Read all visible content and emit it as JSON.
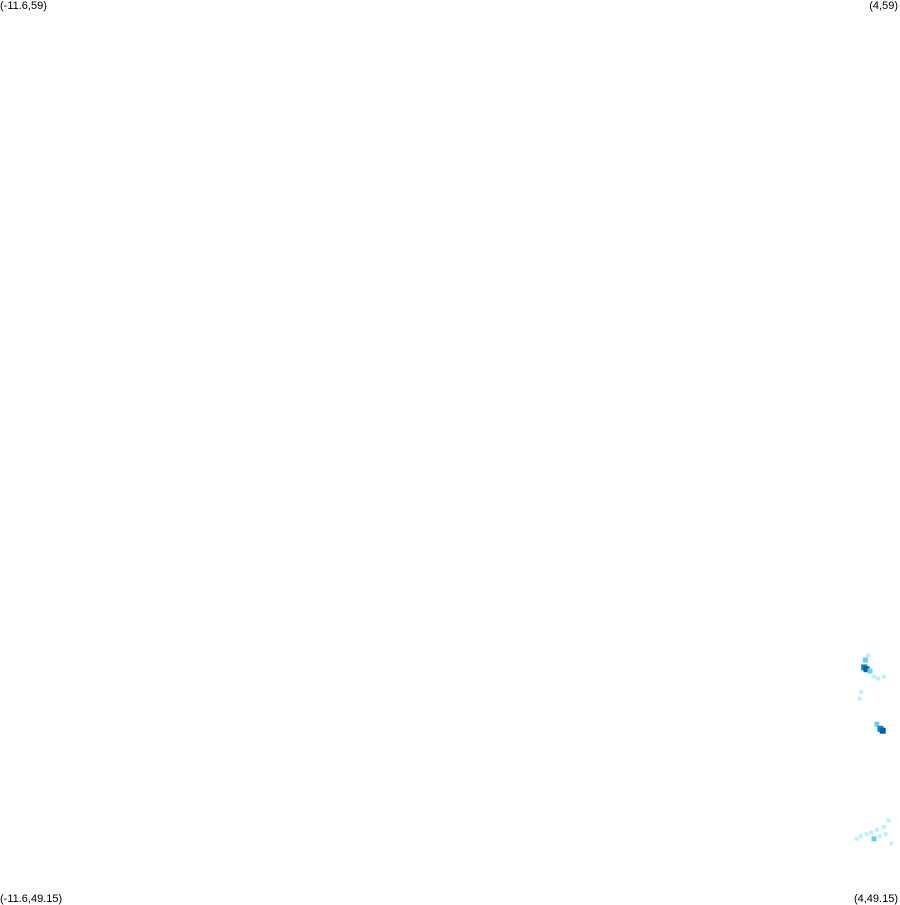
{
  "bounds": {
    "top_left": "(-11.6,59)",
    "top_right": "(4,59)",
    "bottom_left": "(-11.6,49.15)",
    "bottom_right": "(4,49.15)"
  },
  "extent": {
    "lon_min": -11.6,
    "lon_max": 4,
    "lat_min": 49.15,
    "lat_max": 59
  },
  "colors": {
    "light": "#bfefff",
    "medium": "#5fd3f5",
    "dark": "#0a84d6",
    "darkest": "#0060b0"
  },
  "map_data": {
    "type": "point-density",
    "points": [
      {
        "lon": 3.45,
        "lat": 51.85,
        "level": "light"
      },
      {
        "lon": 3.4,
        "lat": 51.8,
        "level": "medium"
      },
      {
        "lon": 3.38,
        "lat": 51.72,
        "level": "dark"
      },
      {
        "lon": 3.42,
        "lat": 51.7,
        "level": "darkest"
      },
      {
        "lon": 3.48,
        "lat": 51.68,
        "level": "medium"
      },
      {
        "lon": 3.55,
        "lat": 51.62,
        "level": "light"
      },
      {
        "lon": 3.62,
        "lat": 51.6,
        "level": "light"
      },
      {
        "lon": 3.72,
        "lat": 51.62,
        "level": "light"
      },
      {
        "lon": 3.33,
        "lat": 51.45,
        "level": "light"
      },
      {
        "lon": 3.3,
        "lat": 51.38,
        "level": "light"
      },
      {
        "lon": 3.6,
        "lat": 51.1,
        "level": "medium"
      },
      {
        "lon": 3.66,
        "lat": 51.05,
        "level": "dark"
      },
      {
        "lon": 3.7,
        "lat": 51.03,
        "level": "darkest"
      },
      {
        "lon": 3.8,
        "lat": 50.05,
        "level": "light"
      },
      {
        "lon": 3.72,
        "lat": 49.98,
        "level": "light"
      },
      {
        "lon": 3.6,
        "lat": 49.95,
        "level": "light"
      },
      {
        "lon": 3.5,
        "lat": 49.92,
        "level": "light"
      },
      {
        "lon": 3.42,
        "lat": 49.9,
        "level": "light"
      },
      {
        "lon": 3.32,
        "lat": 49.88,
        "level": "light"
      },
      {
        "lon": 3.65,
        "lat": 49.88,
        "level": "light"
      },
      {
        "lon": 3.75,
        "lat": 49.9,
        "level": "light"
      },
      {
        "lon": 3.55,
        "lat": 49.85,
        "level": "medium"
      },
      {
        "lon": 3.85,
        "lat": 49.8,
        "level": "light"
      },
      {
        "lon": 3.25,
        "lat": 49.85,
        "level": "light"
      }
    ]
  }
}
